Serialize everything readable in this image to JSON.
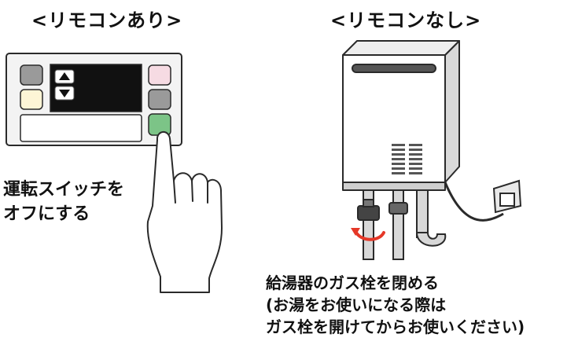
{
  "left": {
    "title": "<リモコンあり>",
    "caption_lines": [
      "運転スイッチを",
      "オフにする"
    ]
  },
  "right": {
    "title": "<リモコンなし>",
    "caption_lines": [
      "給湯器のガス栓を閉める",
      "(お湯をお使いになる際は",
      "ガス栓を開けてからお使いください)"
    ]
  },
  "colors": {
    "outline": "#2a2a2a",
    "button_gray": "#9a9a9a",
    "button_cream": "#fdf5d6",
    "button_pink": "#f6dbe3",
    "button_green": "#7cc487",
    "arrow_red": "#e53828",
    "skin": "#ffffff"
  }
}
